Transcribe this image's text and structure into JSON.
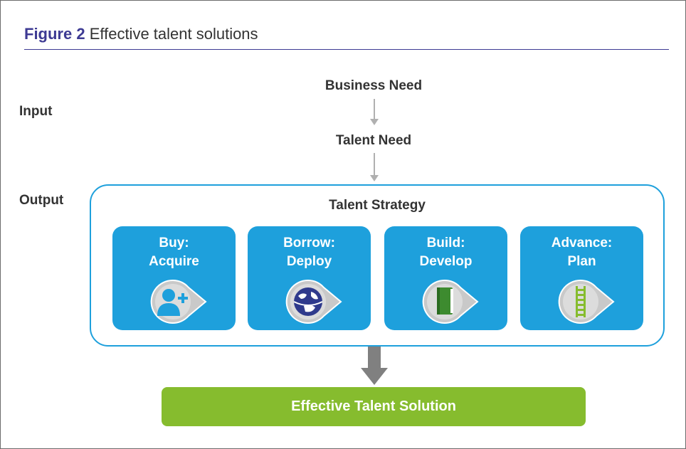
{
  "figure": {
    "number": "Figure 2",
    "title": "Effective talent solutions"
  },
  "labels": {
    "input": "Input",
    "output": "Output"
  },
  "flow": {
    "business_need": "Business Need",
    "talent_need": "Talent Need",
    "strategy_title": "Talent Strategy",
    "solution": "Effective Talent Solution"
  },
  "options": [
    {
      "line1": "Buy:",
      "line2": "Acquire",
      "icon": "person-plus-icon"
    },
    {
      "line1": "Borrow:",
      "line2": "Deploy",
      "icon": "globe-icon"
    },
    {
      "line1": "Build:",
      "line2": "Develop",
      "icon": "book-icon"
    },
    {
      "line1": "Advance:",
      "line2": "Plan",
      "icon": "ladder-icon"
    }
  ],
  "colors": {
    "card_blue": "#1ea0dc",
    "solution_green": "#86bc2e",
    "figure_purple": "#3d3a93",
    "arrow_gray": "#b0b0b0",
    "big_arrow_gray": "#808080",
    "badge_gray": "#c9c9c9"
  }
}
